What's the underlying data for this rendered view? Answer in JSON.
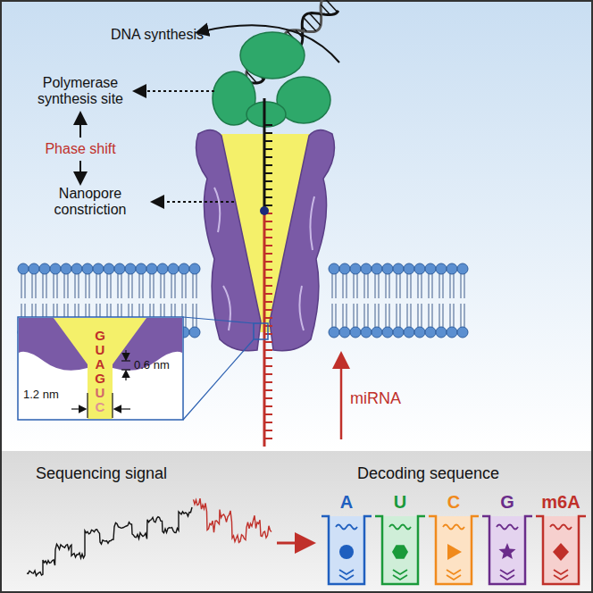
{
  "diagram": {
    "nodes": [
      {
        "text": [
          "A"
        ]
      },
      {
        "text": [
          "U"
        ]
      },
      {
        "text": [
          "C"
        ]
      },
      {
        "text": [
          "G"
        ]
      },
      {
        "text": [
          "m6A"
        ]
      }
    ],
    "labels": [
      "DNA synthesis",
      "Polymerase synthesis site",
      "Phase shift",
      "Nanopore constriction",
      "G",
      "U",
      "A",
      "G",
      "U",
      "C",
      "0.6 nm",
      "1.2 nm",
      "miRNA",
      "Sequencing signal",
      "Decoding sequence"
    ]
  }
}
